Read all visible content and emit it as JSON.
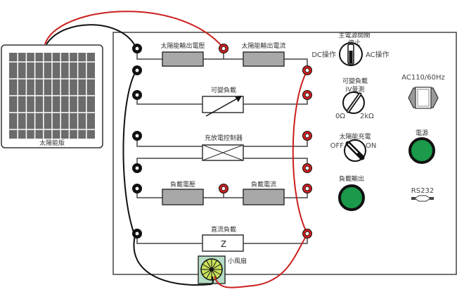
{
  "solar_panel": {
    "label": "太陽能版"
  },
  "rows": {
    "solar_voltage": "太陽能輸出電壓",
    "solar_current": "太陽能輸出電流",
    "variable_load": "可變負載",
    "charge_controller": "充放電控制器",
    "load_voltage": "負載電壓",
    "load_current": "負載電流",
    "dc_load": "直流負載",
    "dc_load_symbol": "Z",
    "fan": "小風扇"
  },
  "controls": {
    "main_switch": {
      "title": "主電源開關",
      "stop": "停止",
      "left": "DC操作",
      "right": "AC操作"
    },
    "var_load_knob": {
      "title": "可變負載",
      "subtitle": "IV量測",
      "min": "0Ω",
      "max": "2kΩ"
    },
    "solar_charge_switch": {
      "title": "太陽能充電",
      "off": "OFF",
      "on": "ON"
    },
    "load_output_button": {
      "title": "負載輸出"
    },
    "ac_input": {
      "title": "AC110/60Hz"
    },
    "power_button": {
      "title": "電源"
    },
    "rs232": {
      "title": "RS232"
    }
  },
  "colors": {
    "wire_red": "#cc1f1f",
    "wire_black": "#111111",
    "meter_fill": "#a8a8a8",
    "button_green": "#1a9a4a",
    "fan_bg": "#b5dcc4",
    "fan_blade": "#c8e05a",
    "panel_cell": "#6b6b6b"
  }
}
